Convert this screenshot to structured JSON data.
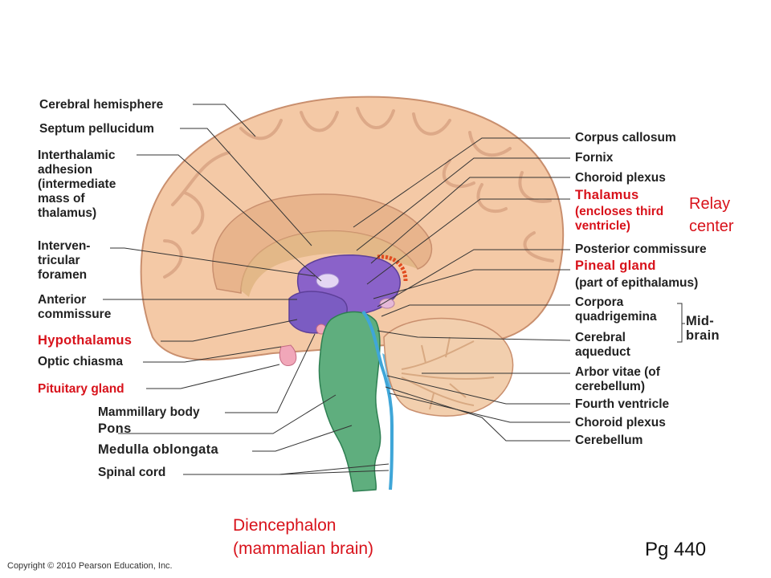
{
  "labels_left": {
    "cerebral_hemisphere": "Cerebral hemisphere",
    "septum_pellucidum": "Septum pellucidum",
    "interthalamic_adhesion": [
      "Interthalamic",
      "adhesion",
      "(intermediate",
      "mass of",
      "thalamus)"
    ],
    "interventricular_foramen": [
      "Interven-",
      "tricular",
      "foramen"
    ],
    "anterior_commissure": [
      "Anterior",
      "commissure"
    ],
    "hypothalamus": "Hypothalamus",
    "optic_chiasma": "Optic chiasma",
    "pituitary_gland": "Pituitary gland",
    "mammillary_body": "Mammillary body",
    "pons": "Pons",
    "medulla_oblongata": "Medulla oblongata",
    "spinal_cord": "Spinal cord"
  },
  "labels_right": {
    "corpus_callosum": "Corpus callosum",
    "fornix": "Fornix",
    "choroid_plexus_upper": "Choroid plexus",
    "thalamus": "Thalamus",
    "thalamus_note": [
      "(encloses third",
      "ventricle)"
    ],
    "posterior_commissure": "Posterior commissure",
    "pineal_gland": "Pineal gland",
    "pineal_note": "(part of epithalamus)",
    "corpora_quadrigemina": [
      "Corpora",
      "quadrigemina"
    ],
    "cerebral_aqueduct": [
      "Cerebral",
      "aqueduct"
    ],
    "midbrain": [
      "Mid-",
      "brain"
    ],
    "arbor_vitae": [
      "Arbor vitae (of",
      "cerebellum)"
    ],
    "fourth_ventricle": "Fourth ventricle",
    "choroid_plexus_lower": "Choroid plexus",
    "cerebellum": "Cerebellum"
  },
  "annotations": {
    "relay": [
      "Relay",
      "center"
    ],
    "diencephalon": [
      "Diencephalon",
      "(mammalian brain)"
    ],
    "page": "Pg 440"
  },
  "copyright": "Copyright © 2010 Pearson Education, Inc.",
  "colors": {
    "cortex": "#f4c9a6",
    "cortex_dark": "#c98f6e",
    "diencephalon": "#8a62c9",
    "brainstem": "#5fae7e",
    "cerebellum": "#f2cfae",
    "ventricle": "#3fa6d8",
    "red_label": "#d8121b"
  }
}
